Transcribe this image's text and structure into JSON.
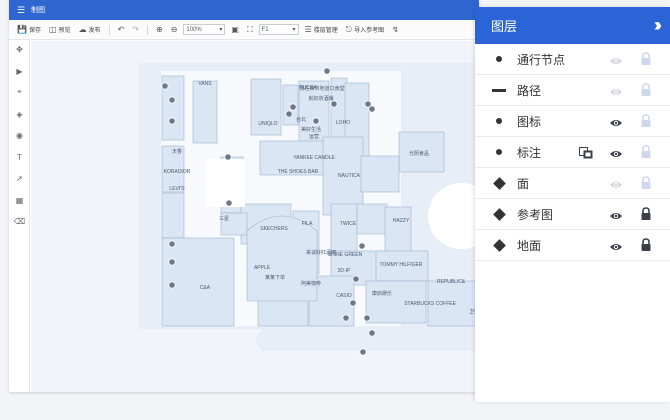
{
  "app": {
    "menu_icon": "hamburger-menu-icon",
    "title": "制图"
  },
  "toolbar": {
    "save": "保存",
    "preview": "预览",
    "publish": "发布",
    "zoom": "100%",
    "floor": "F1",
    "floor_manage": "楼层管理",
    "import_ref": "导入参考图"
  },
  "map": {
    "labels": [
      "VANS",
      "PUCCA",
      "我在西市地道口食堂",
      "就好京酒铺",
      "UNIQLO",
      "台北",
      "美好生活",
      "LOHO",
      "运营",
      "YANKEE CANDLE",
      "THE SHOES BAR",
      "NAUTICA",
      "光阴食品",
      "天香",
      "KORADIOR",
      "LEVI'S",
      "三星",
      "SKECHERS",
      "FILA",
      "TWICE",
      "HAZZY",
      "来谈好红酒吧",
      "APPLE",
      "SHINE GREEN",
      "TOMMY HILFIGER",
      "某某下单",
      "阿美咖啡",
      "3D-IP",
      "C&A",
      "CASIO",
      "康启娱乐",
      "REPUBLIC&",
      "STARBUCKS COFFEE",
      "卫生"
    ]
  },
  "panel": {
    "title": "图层",
    "layers": [
      {
        "name": "通行节点",
        "symbol": "dot",
        "visible": false,
        "locked": false
      },
      {
        "name": "路径",
        "symbol": "line",
        "visible": false,
        "locked": false
      },
      {
        "name": "图标",
        "symbol": "dot",
        "visible": true,
        "locked": false
      },
      {
        "name": "标注",
        "symbol": "dot",
        "visible": true,
        "locked": false,
        "extra": true
      },
      {
        "name": "面",
        "symbol": "diamond",
        "visible": false,
        "locked": false
      },
      {
        "name": "参考图",
        "symbol": "diamond",
        "visible": true,
        "locked": true
      },
      {
        "name": "地面",
        "symbol": "diamond",
        "visible": true,
        "locked": true
      }
    ]
  },
  "colors": {
    "accent": "#2a64d6",
    "room_fill": "#dbe6f4",
    "room_stroke": "#9db2d2",
    "floor_fill": "#e8eef7"
  }
}
